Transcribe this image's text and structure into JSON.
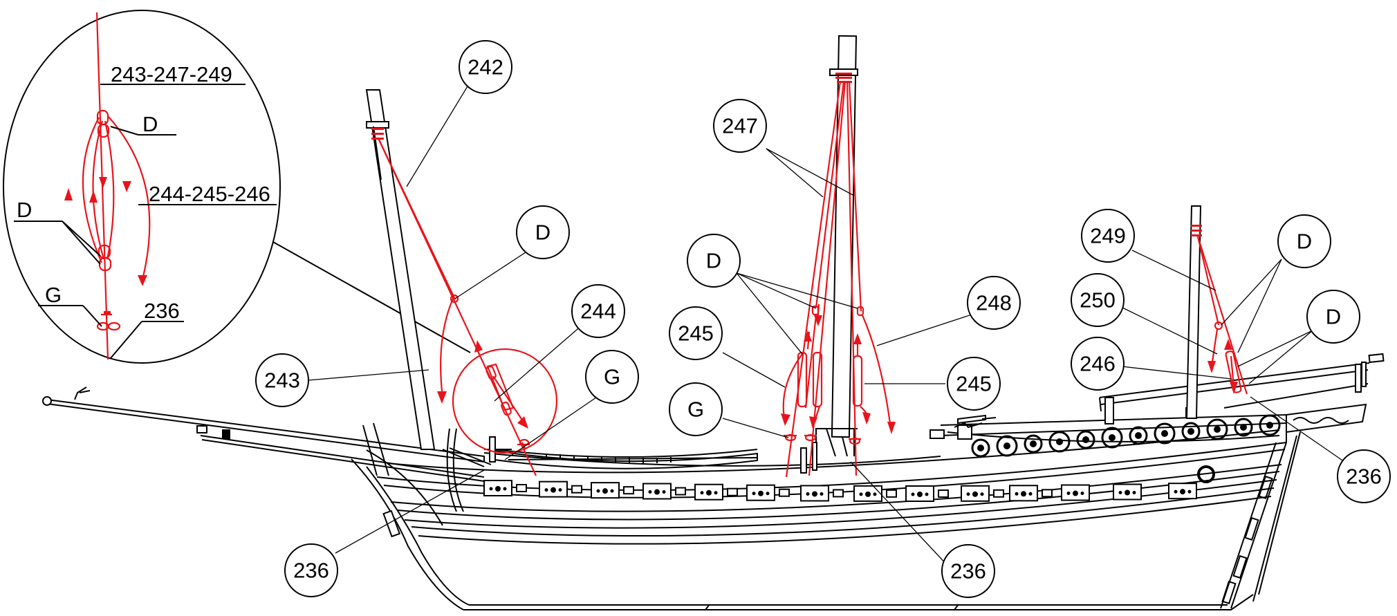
{
  "detail": {
    "labels": [
      {
        "id": "d-243-247-249",
        "text": "243-247-249"
      },
      {
        "id": "d-D-upper",
        "text": "D"
      },
      {
        "id": "d-244-245-246",
        "text": "244-245-246"
      },
      {
        "id": "d-D-lower",
        "text": "D"
      },
      {
        "id": "d-G",
        "text": "G"
      },
      {
        "id": "d-236",
        "text": "236"
      }
    ]
  },
  "callouts": [
    {
      "id": "c242",
      "text": "242"
    },
    {
      "id": "cD1",
      "text": "D"
    },
    {
      "id": "c244",
      "text": "244"
    },
    {
      "id": "cG1",
      "text": "G"
    },
    {
      "id": "c243",
      "text": "243"
    },
    {
      "id": "c236a",
      "text": "236"
    },
    {
      "id": "c247",
      "text": "247"
    },
    {
      "id": "cD2",
      "text": "D"
    },
    {
      "id": "c245a",
      "text": "245"
    },
    {
      "id": "cG2",
      "text": "G"
    },
    {
      "id": "c248",
      "text": "248"
    },
    {
      "id": "c245b",
      "text": "245"
    },
    {
      "id": "c236b",
      "text": "236"
    },
    {
      "id": "c249",
      "text": "249"
    },
    {
      "id": "cD3",
      "text": "D"
    },
    {
      "id": "c250",
      "text": "250"
    },
    {
      "id": "cD4",
      "text": "D"
    },
    {
      "id": "c246",
      "text": "246"
    },
    {
      "id": "c236c",
      "text": "236"
    }
  ],
  "colors": {
    "rigging": "#e8141b",
    "line": "#000000",
    "background": "#ffffff"
  }
}
